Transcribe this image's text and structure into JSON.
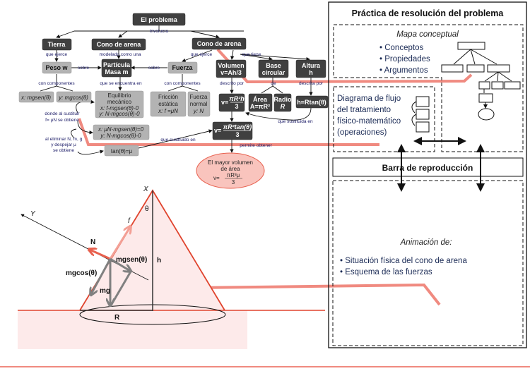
{
  "concept_map": {
    "root": "El problema",
    "involves": "involucra",
    "tierra": "Tierra",
    "cono1": "Cono de arena",
    "cono2": "Cono de arena",
    "que_ejerce1": "que ejerce",
    "modelado": "modelado como una",
    "que_ejerce2": "que ejerce",
    "que_tiene": "que tiene",
    "peso": "Peso w",
    "sobre1": "sobre",
    "particula_1": "Partícula",
    "particula_2": "Masa m",
    "sobre2": "sobre",
    "fuerza": "Fuerza",
    "volumen_1": "Volumen",
    "volumen_2": "v=Ah/3",
    "base_1": "Base",
    "base_2": "circular",
    "altura_1": "Altura",
    "altura_2": "h",
    "con_comp1": "con componentes",
    "encuentra": "que se encuentra en",
    "con_comp2": "con componentes",
    "descrito": "descrito por",
    "de": "de",
    "descrita": "descrita por",
    "px": "x: mgsen(θ)",
    "py": "y: mgcos(θ)",
    "eq_1": "Equilibrio",
    "eq_2": "mecánico",
    "eq_3": "x: f-mgsen(θ)-0",
    "eq_4": "y: N-mgcos(θ)-0",
    "fric_1": "Fricción",
    "fric_2": "estática",
    "fric_3": "x: f =μN",
    "normal_1": "Fuerza",
    "normal_2": "normal",
    "normal_3": "y: N",
    "vol_num": "πR²h",
    "vol_den": "3",
    "vol_lhs": "v=",
    "area_1": "Área",
    "area_2": "A=πR²",
    "radio_1": "Radio",
    "radio_2": "R",
    "h_eq": "h=Rtan(θ)",
    "sust_1": "donde al sustituir",
    "sust_2": "f= μN se obtiene",
    "eq2_1": "x: μN-mgsen(θ)=0",
    "eq2_2": "y: N-mgcos(θ)-0",
    "elim_1": "al eliminar N, m, g",
    "elim_2": "y despejar μ",
    "elim_3": "se obtiene",
    "tan": "tan(θ)=μ",
    "vtan_lhs": "v=",
    "vtan_num": "πR²tan(θ)",
    "vtan_den": "3",
    "sustituido": "que sustituido en",
    "sustituida": "que sustituida en",
    "permite": "permite obtener",
    "result_1": "El mayor volumen",
    "result_2": "de área",
    "result_lhs": "v=",
    "result_num": "πR³μ",
    "result_den": "3"
  },
  "cone": {
    "X": "X",
    "theta": "θ",
    "Y": "Y",
    "f": "f",
    "N": "N",
    "mgsen": "mgsen(θ)",
    "h": "h",
    "mgcos": "mgcos(θ)",
    "mg": "mg",
    "R": "R"
  },
  "panel": {
    "title": "Práctica de resolución del problema",
    "mapa_title": "Mapa conceptual",
    "mapa_items": [
      "Conceptos",
      "Propiedades",
      "Argumentos"
    ],
    "flujo": [
      "Diagrama de flujo",
      "del tratamiento",
      "físico-matemático",
      "(operaciones)"
    ],
    "barra": "Barra de reproducción",
    "animacion_title": "Animación de:",
    "animacion_items": [
      "Situación física del cono de arena",
      "Esquema de las fuerzas"
    ]
  },
  "colors": {
    "accent": "#f08a80",
    "cone_line": "#e0442e",
    "dark_box": "#404040",
    "light_box": "#b3b3b3"
  }
}
